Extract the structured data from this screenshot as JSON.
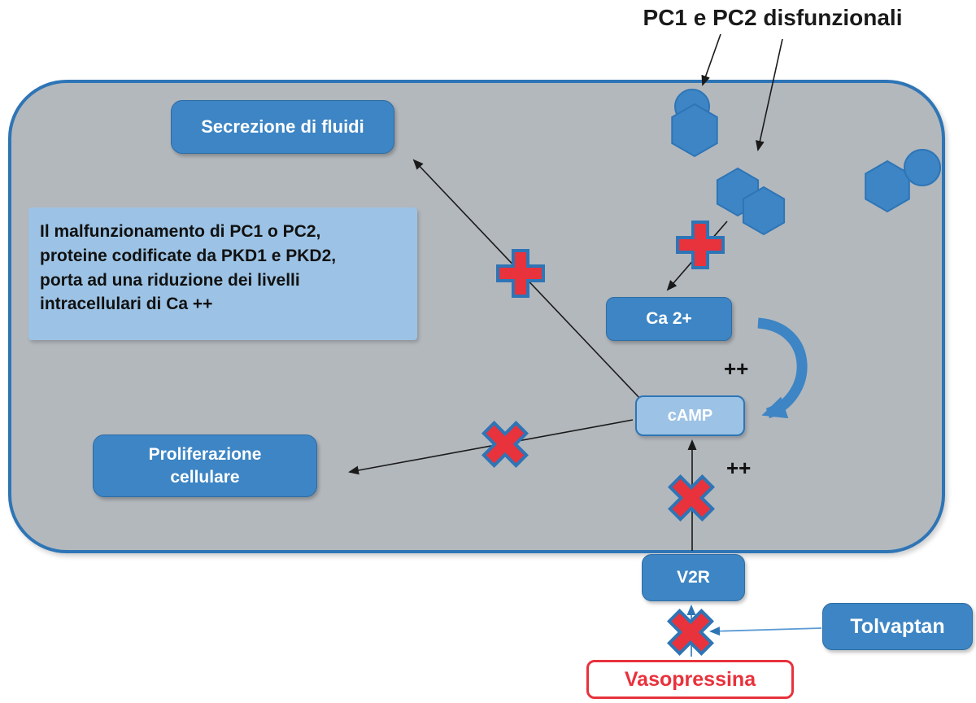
{
  "title": "PC1 e PC2 disfunzionali",
  "cell": {
    "secrezione_label": "Secrezione di fluidi",
    "info_text": "Il malfunzionamento di PC1 o PC2,\nproteine codificate da PKD1 e PKD2,\nporta ad una riduzione  dei livelli\nintracellulari di Ca ++",
    "ca_label": "Ca 2+",
    "camp_label": "cAMP",
    "proliferazione_label": "Proliferazione\ncellulare",
    "plusplus_ca": "++",
    "plusplus_v2r": "++"
  },
  "pathway": {
    "v2r_label": "V2R",
    "tolvaptan_label": "Tolvaptan",
    "vasopressina_label": "Vasopressina"
  },
  "colors": {
    "box_blue": "#3d85c4",
    "light_blue": "#9cc3e5",
    "border_blue": "#2e75b6",
    "cell_gray": "#b3b8bd",
    "symbol_red": "#e8323c",
    "vasopressina_red": "#e8323c"
  }
}
